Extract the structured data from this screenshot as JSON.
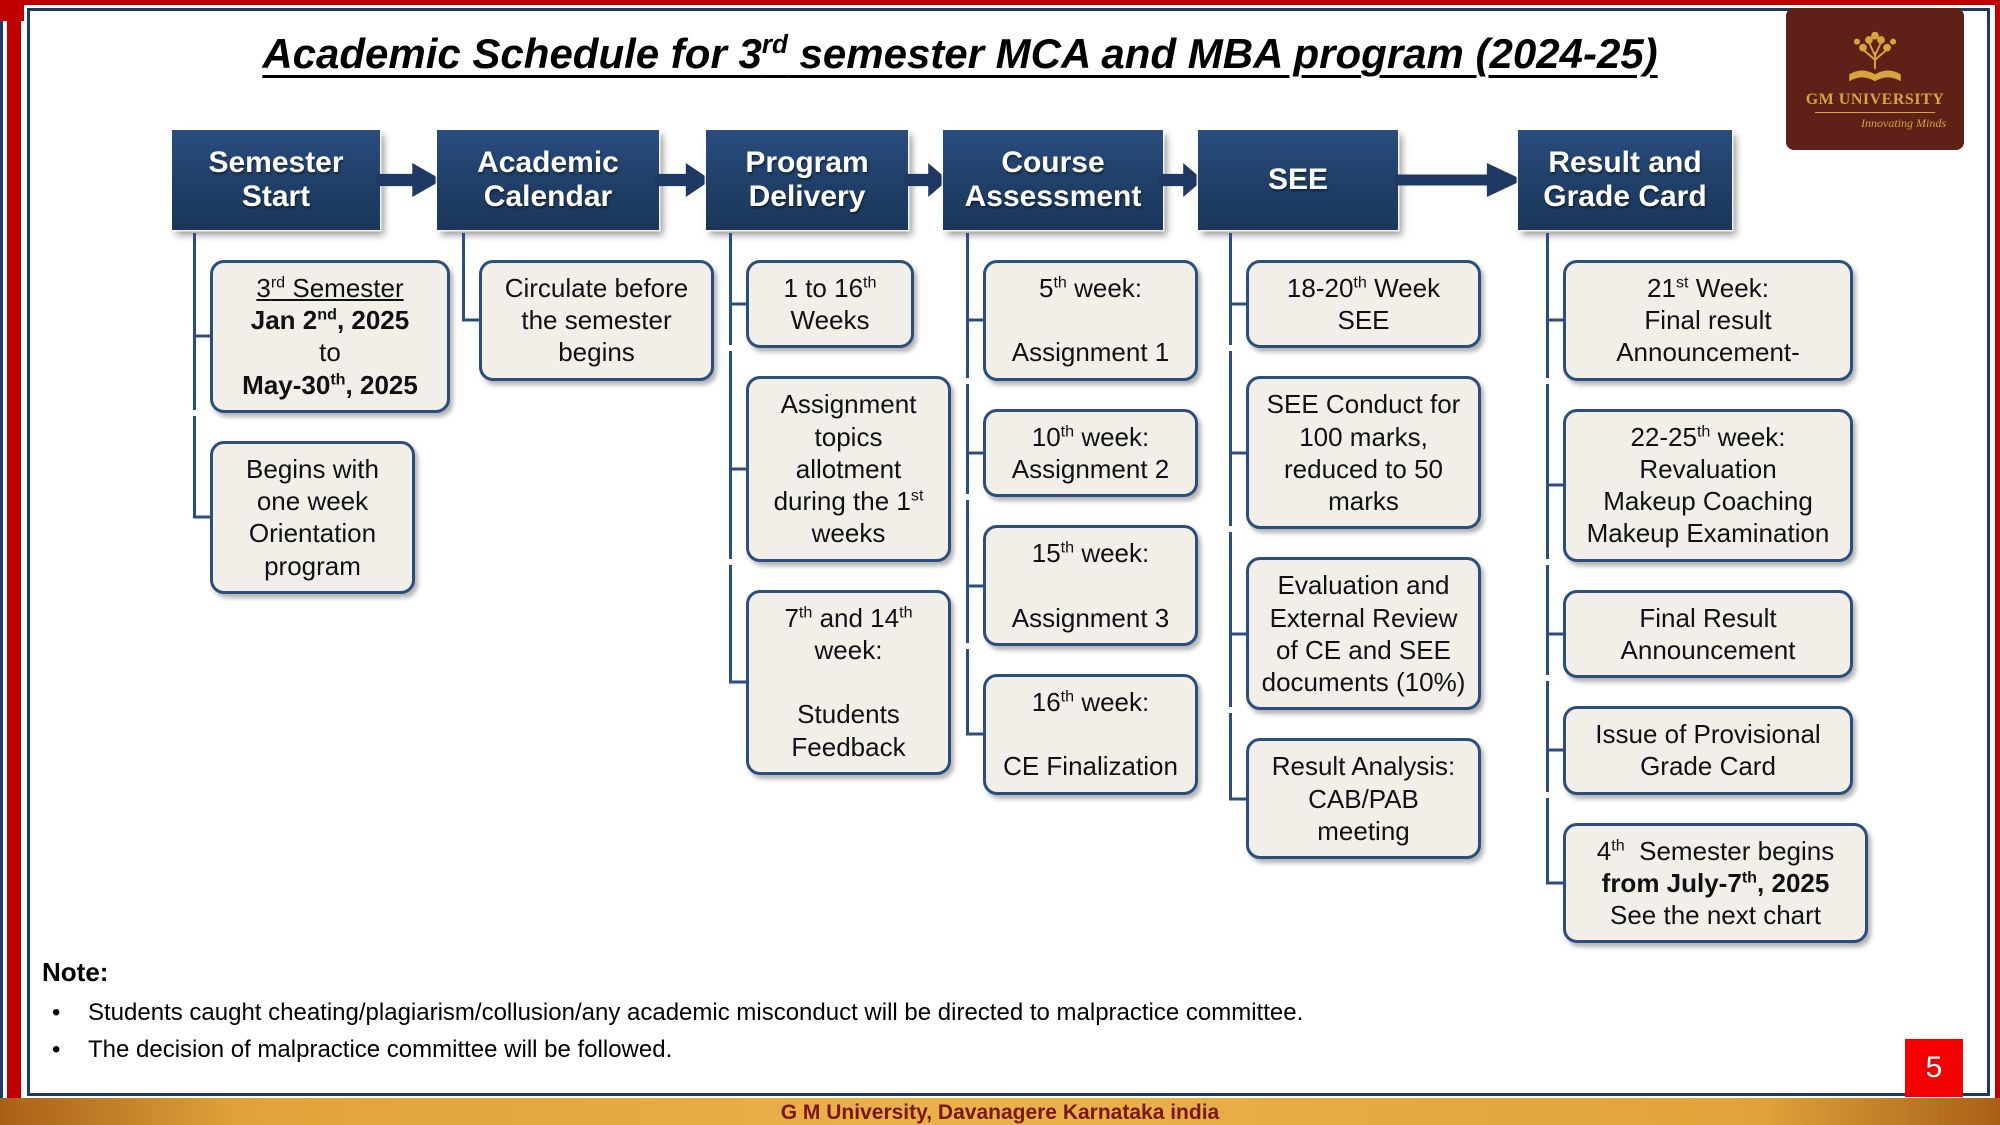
{
  "slide": {
    "title_html": "Academic Schedule for 3<sup>rd</sup> semester MCA and MBA program (2024-25)",
    "page_number": "5",
    "footer_text": "G M University, Davanagere Karnataka india"
  },
  "logo": {
    "university": "GM UNIVERSITY",
    "tagline": "Innovating Minds"
  },
  "flow": {
    "stages": [
      {
        "label_html": "Semester<br>Start",
        "children": [
          {
            "html": "<u>3<sup>rd</sup> Semester</u><br><b>Jan 2<sup>nd</sup>, 2025</b><br>to<br><b>May-30<sup>th</sup>, 2025</b>"
          },
          {
            "html": "Begins with<br>one week<br>Orientation<br>program"
          }
        ]
      },
      {
        "label_html": "Academic<br>Calendar",
        "children": [
          {
            "html": "Circulate before<br>the semester<br>begins"
          }
        ]
      },
      {
        "label_html": "Program<br>Delivery",
        "children": [
          {
            "html": "1 to 16<sup>th</sup><br>Weeks"
          },
          {
            "html": "Assignment<br>topics<br>allotment<br>during the 1<sup>st</sup><br>weeks"
          },
          {
            "html": "7<sup>th</sup> and 14<sup>th</sup><br>week:<br><br>Students<br>Feedback"
          }
        ]
      },
      {
        "label_html": "Course<br>Assessment",
        "children": [
          {
            "html": "5<sup>th</sup> week:<br><br>Assignment 1"
          },
          {
            "html": "10<sup>th</sup> week:<br>Assignment 2"
          },
          {
            "html": "15<sup>th</sup> week:<br><br>Assignment 3"
          },
          {
            "html": "16<sup>th</sup> week:<br><br>CE Finalization"
          }
        ]
      },
      {
        "label_html": "SEE",
        "children": [
          {
            "html": "18-20<sup>th</sup> Week<br>SEE"
          },
          {
            "html": "SEE Conduct for<br>100 marks,<br>reduced to 50<br>marks"
          },
          {
            "html": "Evaluation and<br>External Review<br>of CE and SEE<br>documents (10%)"
          },
          {
            "html": "Result Analysis:<br>CAB/PAB<br>meeting"
          }
        ]
      },
      {
        "label_html": "Result and<br>Grade Card",
        "children": [
          {
            "html": "21<sup>st</sup> Week:<br>Final result<br>Announcement-"
          },
          {
            "html": "22-25<sup>th</sup> week:<br>Revaluation<br>Makeup Coaching<br>Makeup Examination"
          },
          {
            "html": "Final Result<br>Announcement"
          },
          {
            "html": "Issue of Provisional<br>Grade Card"
          },
          {
            "html": "4<sup>th</sup>&nbsp; Semester begins<br><b>from July-7<sup>th</sup>, 2025</b><br>See the next chart"
          }
        ]
      }
    ]
  },
  "note": {
    "heading": "Note:",
    "bullet_char": "•",
    "bullets": [
      "Students caught cheating/plagiarism/collusion/any academic misconduct will be directed to malpractice committee.",
      "The decision of malpractice committee will be followed."
    ]
  },
  "colors": {
    "stage_fill": "#1F3E66",
    "box_border": "#2B4E7E",
    "box_fill": "#F1EFE8",
    "frame_red": "#C00000",
    "frame_navy": "#1F3864",
    "band_gold": "#E2A23B",
    "page_badge_red": "#F40000",
    "logo_maroon": "#5E2017",
    "logo_gold": "#D9A43B"
  }
}
